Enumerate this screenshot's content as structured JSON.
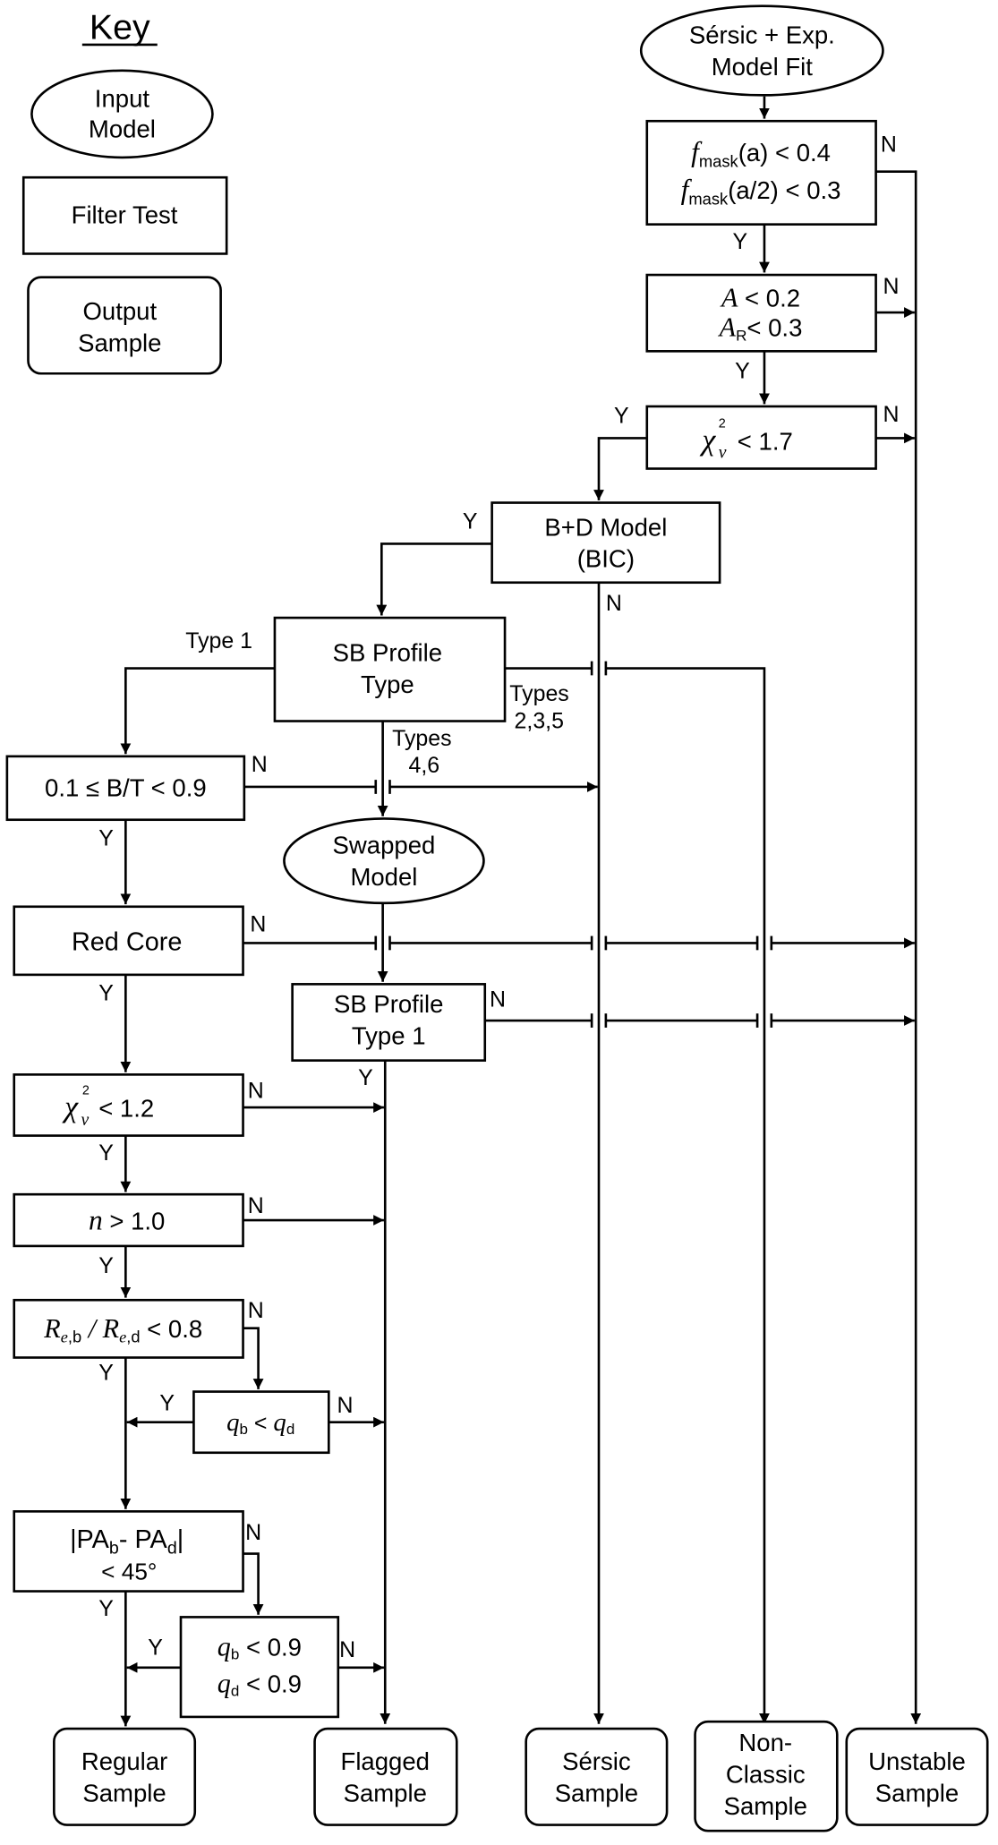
{
  "key": {
    "title": "Key",
    "input_model": [
      "Input",
      "Model"
    ],
    "filter_test": "Filter Test",
    "output_sample": [
      "Output",
      "Sample"
    ]
  },
  "nodes": {
    "sersic_fit": [
      "Sérsic + Exp.",
      "Model Fit"
    ],
    "fmask_test": {
      "line1_sym": "f",
      "line1_sub": "mask",
      "line1_rest": "(a) < 0.4",
      "line2_sym": "f",
      "line2_sub": "mask",
      "line2_rest": "(a/2) < 0.3"
    },
    "asym_test": {
      "line1_sym": "A",
      "line1_rest": " < 0.2",
      "line2_sym": "A",
      "line2_sub": "R",
      "line2_rest": "< 0.3"
    },
    "chi_test_top": {
      "sym": "χ",
      "sub": "ν",
      "sup": "2",
      "rest": " < 1.7"
    },
    "bd_model": [
      "B+D Model",
      "(BIC)"
    ],
    "sb_profile_type": [
      "SB Profile",
      "Type"
    ],
    "bt_test": "0.1 ≤ B/T < 0.9",
    "swapped_model": [
      "Swapped",
      "Model"
    ],
    "red_core": "Red Core",
    "sb_profile_type1": [
      "SB Profile",
      "Type 1"
    ],
    "chi_test_low": {
      "sym": "χ",
      "sub": "ν",
      "sup": "2",
      "rest": " < 1.2"
    },
    "n_test": {
      "sym": "n",
      "rest": " > 1.0"
    },
    "re_test": {
      "sym1": "R",
      "sub1a": "e",
      "sub1b": ",b",
      "slash": " / ",
      "sym2": "R",
      "sub2a": "e",
      "sub2b": ",d",
      "rest": " < 0.8"
    },
    "q_test": {
      "sym1": "q",
      "sub1": "b",
      "mid": " < ",
      "sym2": "q",
      "sub2": "d"
    },
    "pa_test": {
      "line1a": "|PA",
      "sub1": "b",
      "line1b": "- PA",
      "sub2": "d",
      "line1c": "|",
      "line2": "< 45°"
    },
    "q_both_test": {
      "l1_sym": "q",
      "l1_sub": "b",
      "l1_rest": " < 0.9",
      "l2_sym": "q",
      "l2_sub": "d",
      "l2_rest": " < 0.9"
    }
  },
  "outputs": {
    "regular": [
      "Regular",
      "Sample"
    ],
    "flagged": [
      "Flagged",
      "Sample"
    ],
    "sersic": [
      "Sérsic",
      "Sample"
    ],
    "non_classic": [
      "Non-",
      "Classic",
      "Sample"
    ],
    "unstable": [
      "Unstable",
      "Sample"
    ]
  },
  "edge_labels": {
    "yes": "Y",
    "no": "N",
    "type1": "Type 1",
    "types235": [
      "Types",
      "2,3,5"
    ],
    "types46": [
      "Types",
      "4,6"
    ]
  }
}
